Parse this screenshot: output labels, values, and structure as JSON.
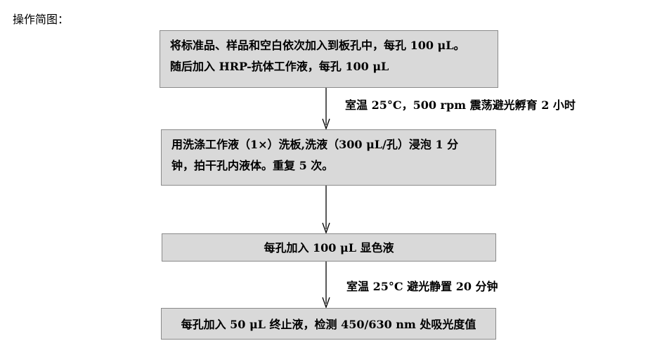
{
  "title": "操作简图：",
  "steps": [
    {
      "lines": [
        "将标准品、样品和空白依次加入到板孔中，每孔 100 μL。",
        "随后加入 HRP-抗体工作液，每孔 100 μL"
      ]
    },
    {
      "lines": [
        "用洗涤工作液（1×）洗板,洗液（300 μL/孔）浸泡 1 分",
        "钟，拍干孔内液体。重复 5 次。"
      ]
    },
    {
      "lines": [
        "每孔加入 100 μL 显色液"
      ]
    },
    {
      "lines": [
        "每孔加入 50 μL 终止液，检测 450/630 nm 处吸光度值"
      ]
    }
  ],
  "notes": [
    "室温 25°C，500 rpm 震荡避光孵育 2 小时",
    "室温  25°C  避光静置 20 分钟"
  ]
}
